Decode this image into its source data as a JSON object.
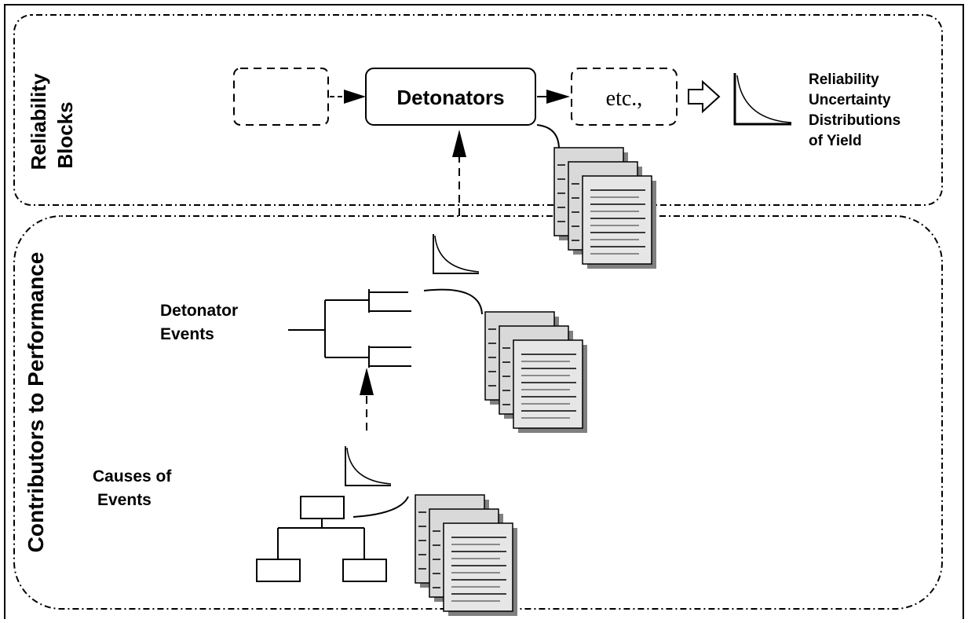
{
  "sections": {
    "reliability_label_line1": "Reliability",
    "reliability_label_line2": "Blocks",
    "contributors_label": "Contributors to Performance"
  },
  "blocks": {
    "detonators_label": "Detonators",
    "etc_label": "etc.,"
  },
  "output_label": {
    "line1": "Reliability",
    "line2": "Uncertainty",
    "line3": "Distributions",
    "line4": "of Yield"
  },
  "detonator_events": {
    "line1": "Detonator",
    "line2": "Events"
  },
  "causes_of_events": {
    "line1": "Causes of",
    "line2": "Events"
  }
}
